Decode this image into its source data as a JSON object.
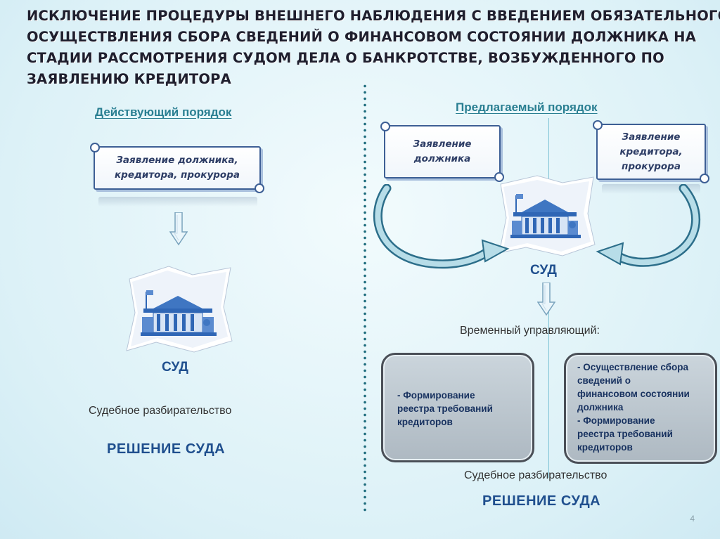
{
  "title_lines": [
    "ИСКЛЮЧЕНИЕ ПРОЦЕДУРЫ ВНЕШНЕГО НАБЛЮДЕНИЯ С ВВЕДЕНИЕМ ОБЯЗАТЕЛЬНОГО",
    "ОСУЩЕСТВЛЕНИЯ СБОРА СВЕДЕНИЙ О ФИНАНСОВОМ СОСТОЯНИИ ДОЛЖНИКА НА",
    "СТАДИИ РАССМОТРЕНИЯ СУДОМ ДЕЛА О БАНКРОТСТВЕ, ВОЗБУЖДЕННОГО ПО",
    "ЗАЯВЛЕНИЮ КРЕДИТОРА"
  ],
  "left": {
    "heading": "Действующий порядок",
    "scroll_lines": [
      "Заявление должника,",
      "кредитора, прокурора"
    ],
    "court_label": "СУД",
    "proceeding": "Судебное разбирательство",
    "decision": "РЕШЕНИЕ СУДА"
  },
  "right": {
    "heading": "Предлагаемый порядок",
    "scroll_debtor_lines": [
      "Заявление",
      "должника"
    ],
    "scroll_creditor_lines": [
      "Заявление",
      "кредитора,",
      "прокурора"
    ],
    "court_label": "СУД",
    "manager_label": "Временный управляющий:",
    "panel_left_lines": [
      "- Формирование",
      "реестра требований",
      "кредиторов"
    ],
    "panel_right_lines": [
      "- Осуществление сбора",
      "сведений о",
      "финансовом состоянии",
      "должника",
      "- Формирование",
      "реестра требований",
      "кредиторов"
    ],
    "proceeding": "Судебное разбирательство",
    "decision": "РЕШЕНИЕ СУДА"
  },
  "page_number": "4",
  "colors": {
    "background": "#dcf1f7",
    "heading": "#2a7f92",
    "court_text": "#1f4f8e",
    "divider": "#1c6b7c",
    "panel": "#aeb9c2"
  },
  "icons": [
    "court-building-icon",
    "down-arrow-icon",
    "curved-arrow-icon",
    "scroll-icon"
  ]
}
